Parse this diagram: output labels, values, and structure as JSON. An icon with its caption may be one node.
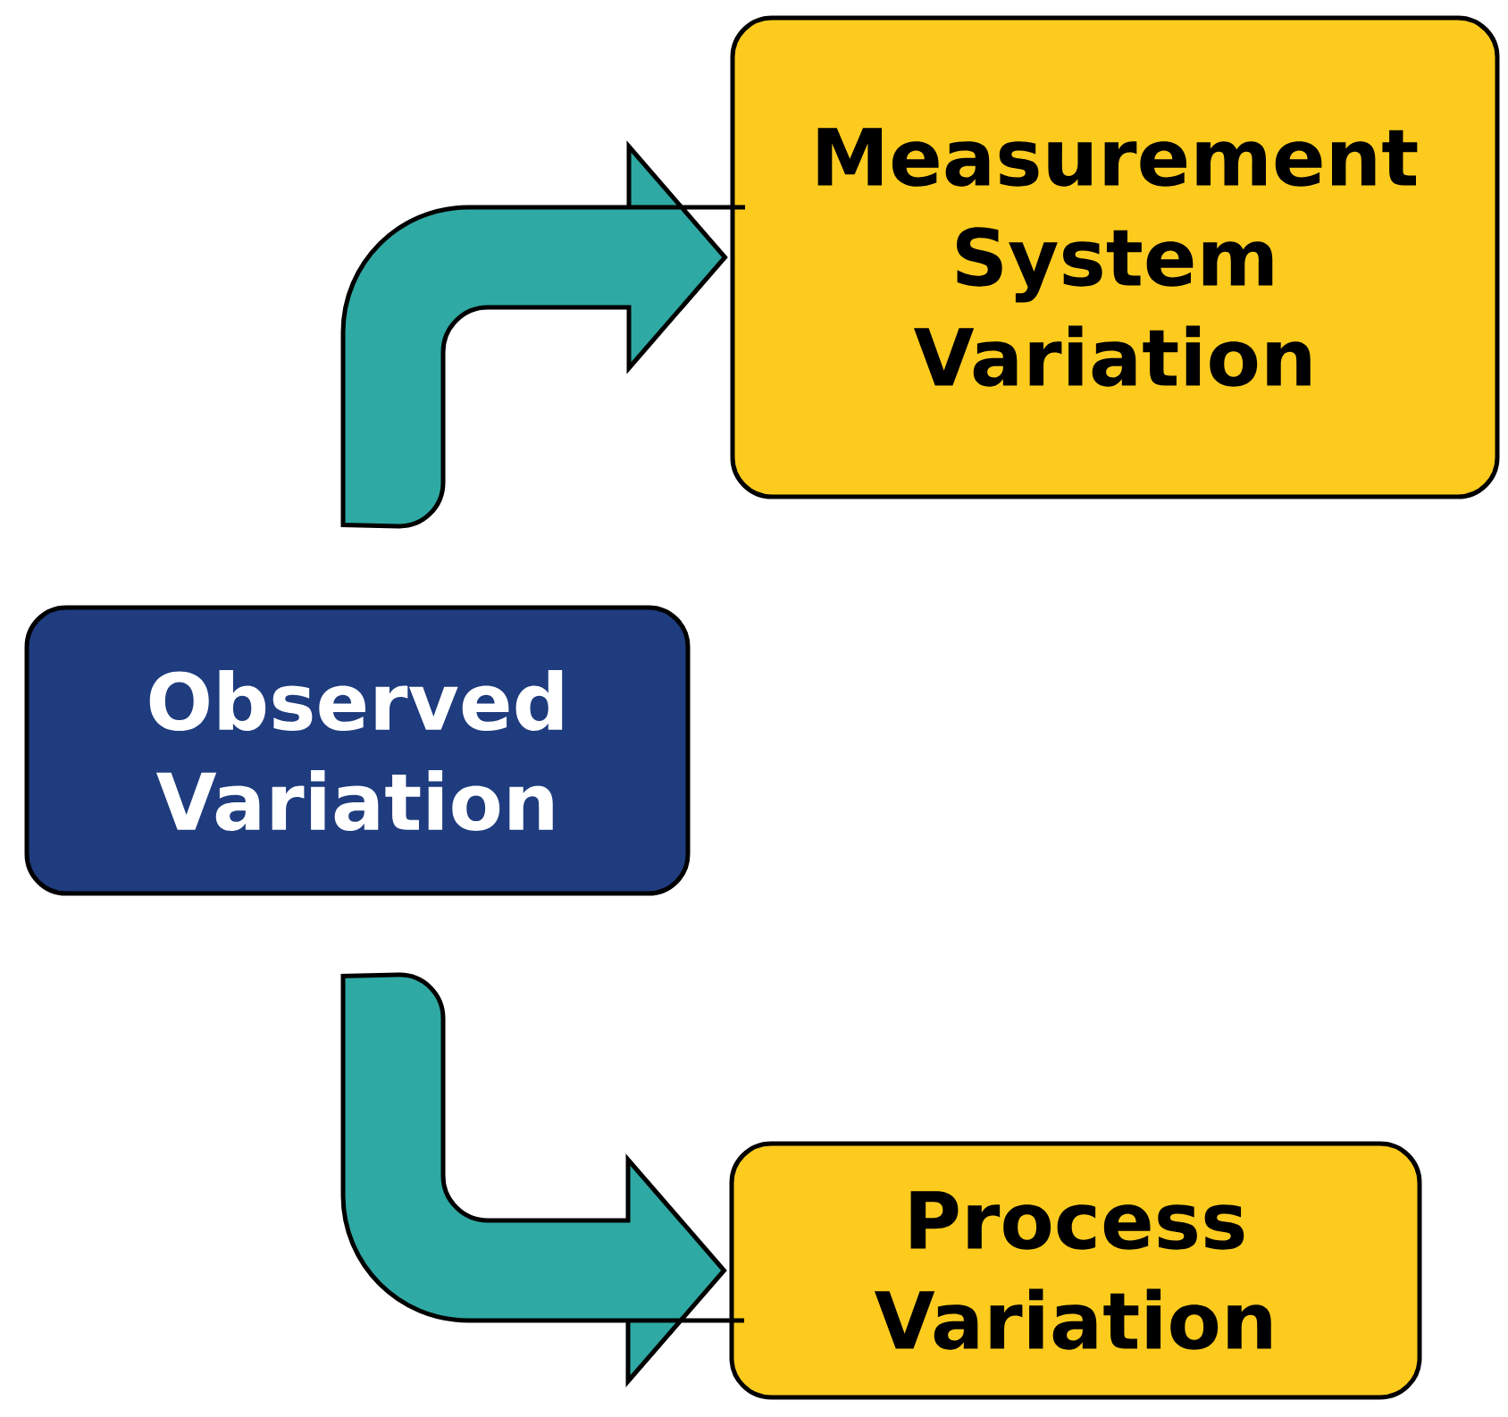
{
  "diagram": {
    "nodes": [
      {
        "text": [
          "Observed Variation"
        ]
      },
      {
        "text": [
          "Measurement System Variation"
        ]
      },
      {
        "text": [
          "Process Variation"
        ]
      }
    ],
    "edges": [
      {
        "from": 0,
        "to": 1,
        "arrow": "to"
      },
      {
        "from": 0,
        "to": 2,
        "arrow": "to"
      }
    ]
  }
}
